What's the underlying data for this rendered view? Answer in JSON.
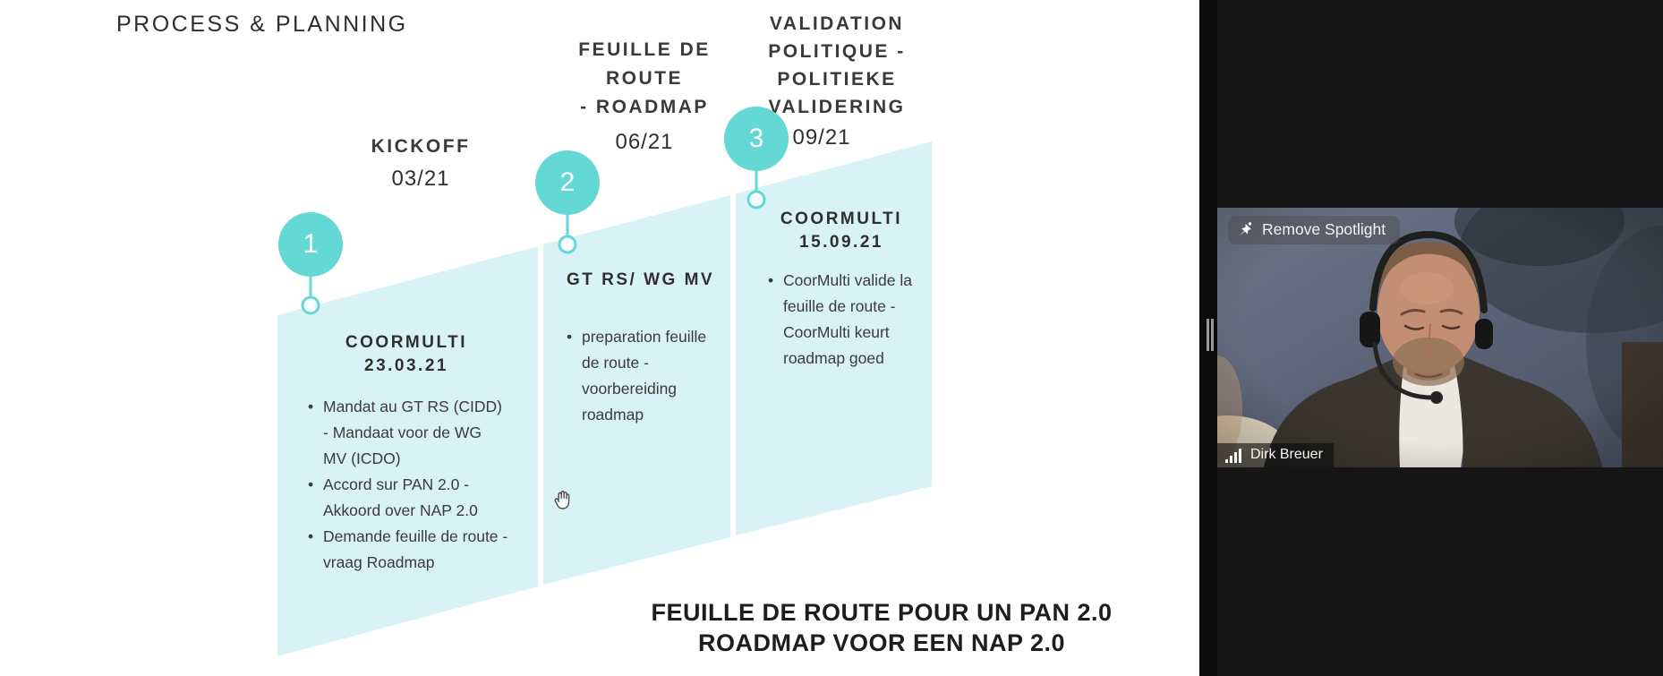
{
  "slide": {
    "title": "PROCESS & PLANNING",
    "milestones": [
      {
        "number": "1",
        "phase_lines": [
          "KICKOFF"
        ],
        "date": "03/21",
        "block": {
          "title_lines": [
            "COORMULTI",
            "23.03.21"
          ],
          "bullets": [
            "Mandat au GT RS (CIDD) - Mandaat voor de WG MV (ICDO)",
            "Accord sur PAN 2.0 - Akkoord over NAP 2.0",
            "Demande feuille de route - vraag Roadmap"
          ]
        }
      },
      {
        "number": "2",
        "phase_lines": [
          "FEUILLE DE",
          "ROUTE",
          "- ROADMAP"
        ],
        "date": "06/21",
        "block": {
          "title_lines": [
            "GT RS/ WG MV"
          ],
          "bullets": [
            "preparation feuille de route - voorbereiding roadmap"
          ]
        }
      },
      {
        "number": "3",
        "phase_lines": [
          "VALIDATION",
          "POLITIQUE -",
          "POLITIEKE",
          "VALIDERING"
        ],
        "date": "09/21",
        "block": {
          "title_lines": [
            "COORMULTI",
            "15.09.21"
          ],
          "bullets": [
            "CoorMulti valide la feuille de route - CoorMulti keurt roadmap goed"
          ]
        }
      }
    ],
    "footer_line1": "FEUILLE DE ROUTE POUR UN PAN 2.0",
    "footer_line2": "ROADMAP VOOR EEN NAP 2.0",
    "colors": {
      "accent_teal": "#63d8d5",
      "band_light_teal": "#d9f2f6",
      "text_dark": "#2f2f2f"
    }
  },
  "video_panel": {
    "spotlight_button_label": "Remove Spotlight",
    "participant_name": "Dirk Breuer"
  }
}
